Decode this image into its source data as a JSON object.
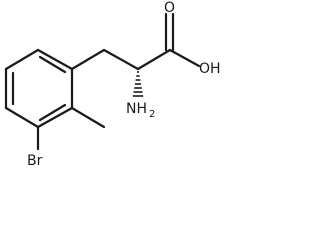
{
  "molecule": {
    "labels": {
      "oxygen": "O",
      "hydroxyl": "OH",
      "amino_main": "NH",
      "amino_subscript": "2",
      "bromine": "Br"
    }
  }
}
